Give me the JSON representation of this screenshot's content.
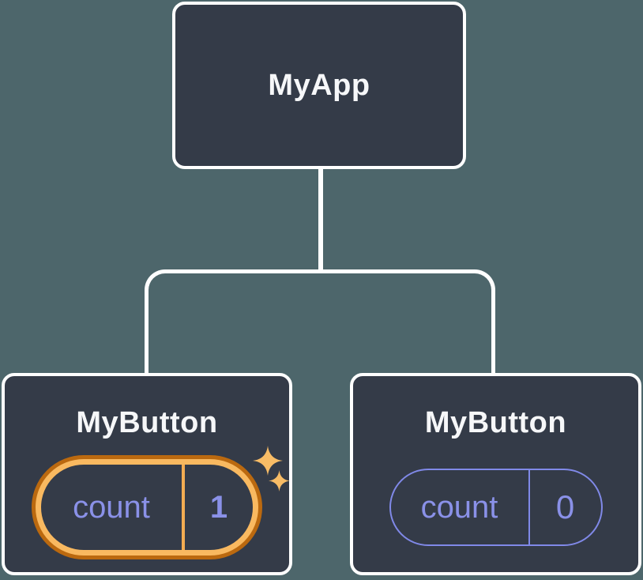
{
  "diagram": {
    "root": {
      "title": "MyApp"
    },
    "children": [
      {
        "title": "MyButton",
        "state": {
          "label": "count",
          "value": "1"
        },
        "highlighted": true
      },
      {
        "title": "MyButton",
        "state": {
          "label": "count",
          "value": "0"
        },
        "highlighted": false
      }
    ]
  },
  "icons": {
    "sparkle_large": "sparkle-icon",
    "sparkle_small": "sparkle-icon"
  },
  "colors": {
    "background": "#4D666B",
    "node_fill": "#343B48",
    "node_border": "#FFFFFF",
    "connector": "#FFFFFF",
    "title_text": "#F6F7F9",
    "state_text": "#8A91E8",
    "state_border": "#8089E8",
    "highlight_ring_outer": "#BB690F",
    "highlight_ring_inner": "#F9B960",
    "highlight_divider": "#F3AC52",
    "sparkle": "#F8BC66"
  }
}
